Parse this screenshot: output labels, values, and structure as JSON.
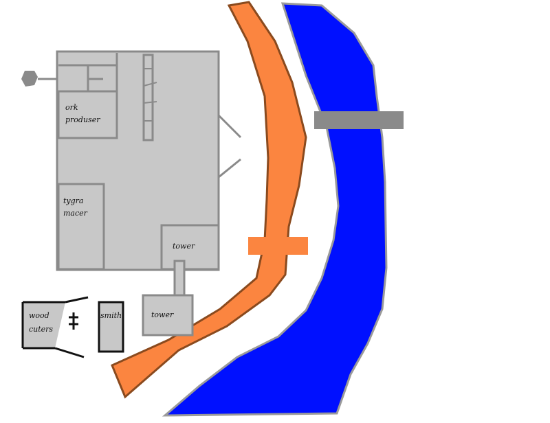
{
  "colors": {
    "background": "#ffffff",
    "building_fill": "#c8c8c8",
    "building_stroke": "#8a8a8a",
    "shed_stroke": "#111111",
    "road_fill": "#fb8540",
    "road_stroke": "#8a4a1e",
    "road_bridge": "#fb8540",
    "river_fill": "#0010ff",
    "river_stroke": "#9a9a9a",
    "river_bridge": "#8a8a8a",
    "gate": "#8a8a8a"
  },
  "labels": {
    "ork_producer_line1": "ork",
    "ork_producer_line2": "produser",
    "hall_line1": "tygra",
    "hall_line2": "macer",
    "tower_upper": "tower",
    "tower_lower": "tower",
    "wood_cutters_line1": "wood",
    "wood_cutters_line2": "cuters",
    "smith": "smith"
  },
  "icons": {
    "well": "round-well-icon",
    "axe": "crossed-axe-icon"
  }
}
